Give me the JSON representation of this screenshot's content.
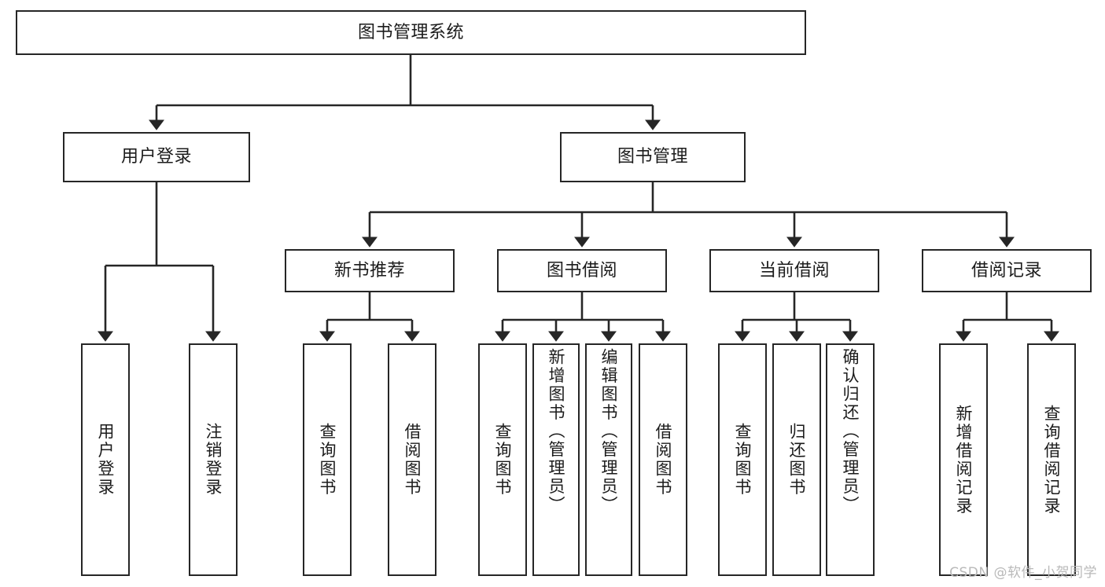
{
  "diagram": {
    "title": "图书管理系统",
    "watermark": "CSDN @软件_小贺同学",
    "style": {
      "border_color": "#262626",
      "background": "#ffffff",
      "text_color": "#1b1b1b",
      "watermark_color": "#b9b9b9"
    },
    "nodes": {
      "root": {
        "label": "图书管理系统"
      },
      "level2": [
        {
          "id": "user-login",
          "label": "用户登录"
        },
        {
          "id": "book-management",
          "label": "图书管理"
        }
      ],
      "level3": [
        {
          "id": "new-book-recommend",
          "label": "新书推荐"
        },
        {
          "id": "book-borrow",
          "label": "图书借阅"
        },
        {
          "id": "current-borrow",
          "label": "当前借阅"
        },
        {
          "id": "borrow-record",
          "label": "借阅记录"
        }
      ],
      "leaves": {
        "user_login": [
          {
            "id": "leaf-user-login",
            "label": "用户登录"
          },
          {
            "id": "leaf-logout-login",
            "label": "注销登录"
          }
        ],
        "new_book_recommend": [
          {
            "id": "leaf-query-book-1",
            "label": "查询图书"
          },
          {
            "id": "leaf-borrow-book-1",
            "label": "借阅图书"
          }
        ],
        "book_borrow": [
          {
            "id": "leaf-query-book-2",
            "label": "查询图书"
          },
          {
            "id": "leaf-add-book",
            "label": "新增图书（管理员）"
          },
          {
            "id": "leaf-edit-book",
            "label": "编辑图书（管理员）"
          },
          {
            "id": "leaf-borrow-book-2",
            "label": "借阅图书"
          }
        ],
        "current_borrow": [
          {
            "id": "leaf-query-book-3",
            "label": "查询图书"
          },
          {
            "id": "leaf-return-book",
            "label": "归还图书"
          },
          {
            "id": "leaf-confirm-return",
            "label": "确认归还（管理员）"
          }
        ],
        "borrow_record": [
          {
            "id": "leaf-add-record",
            "label": "新增借阅记录"
          },
          {
            "id": "leaf-query-record",
            "label": "查询借阅记录"
          }
        ]
      }
    }
  }
}
